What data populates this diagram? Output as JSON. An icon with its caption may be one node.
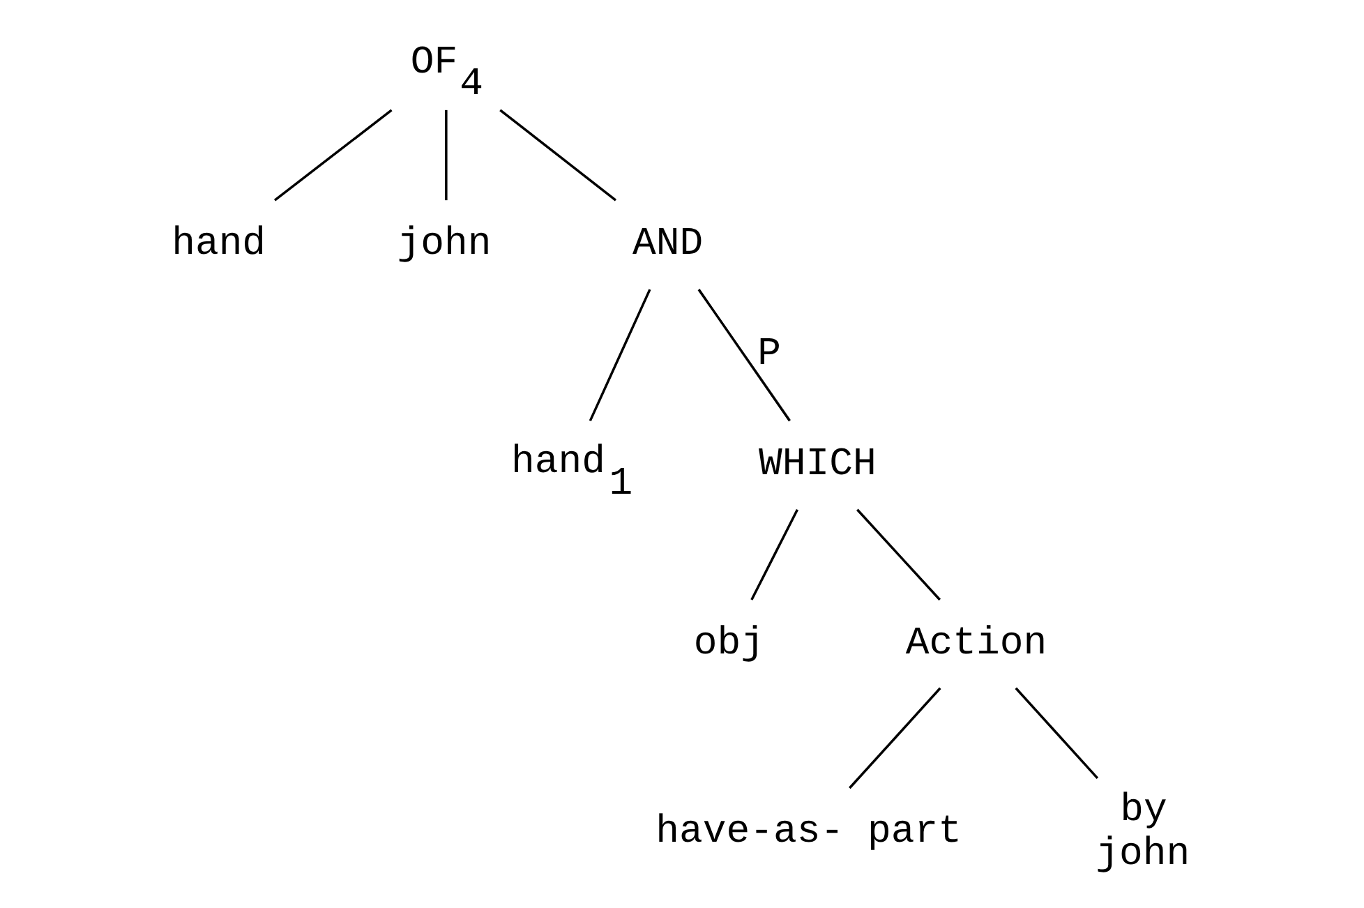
{
  "diagram": {
    "nodes": [
      {
        "text": [
          "OF$_{4}$"
        ]
      },
      {
        "text": [
          "hand"
        ]
      },
      {
        "text": [
          "john"
        ]
      },
      {
        "text": [
          "AND"
        ]
      },
      {
        "text": [
          "hand$_{1}$"
        ]
      },
      {
        "text": [
          "WHICH"
        ]
      },
      {
        "text": [
          "obj"
        ]
      },
      {
        "text": [
          "Action"
        ]
      },
      {
        "text": [
          "have-as- part"
        ]
      },
      {
        "text": [
          "by",
          "john"
        ]
      }
    ],
    "edges": [
      {
        "from": 0,
        "to": 1,
        "arrow": "none"
      },
      {
        "from": 0,
        "to": 2,
        "arrow": "none"
      },
      {
        "from": 0,
        "to": 3,
        "arrow": "none"
      },
      {
        "from": 3,
        "to": 4,
        "arrow": "none"
      },
      {
        "from": 3,
        "to": 5,
        "arrow": "none",
        "label": "P"
      },
      {
        "from": 5,
        "to": 6,
        "arrow": "none"
      },
      {
        "from": 5,
        "to": 7,
        "arrow": "none"
      },
      {
        "from": 7,
        "to": 8,
        "arrow": "none"
      },
      {
        "from": 7,
        "to": 9,
        "arrow": "none"
      }
    ]
  }
}
